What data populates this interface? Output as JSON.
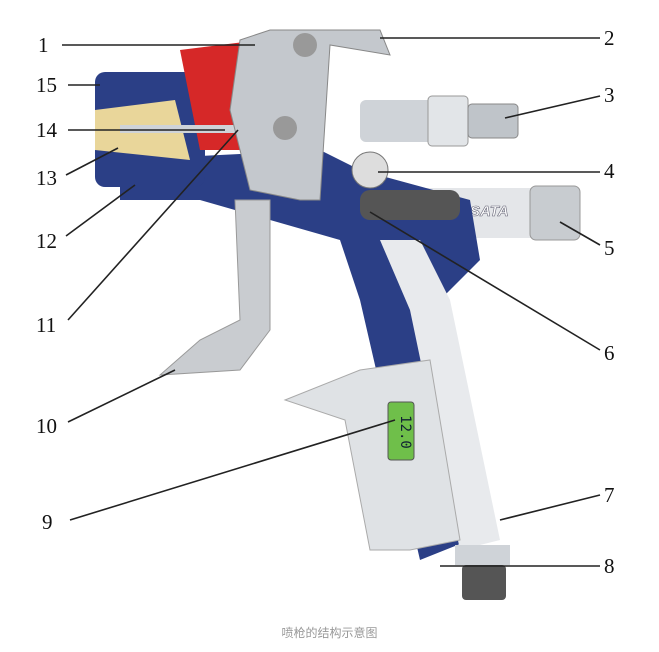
{
  "diagram": {
    "logo_text": "SATA",
    "display_reading": "12.0",
    "labels": [
      "1",
      "2",
      "3",
      "4",
      "5",
      "6",
      "7",
      "8",
      "9",
      "10",
      "11",
      "12",
      "13",
      "14",
      "15"
    ]
  },
  "caption": "喷枪的结构示意图"
}
